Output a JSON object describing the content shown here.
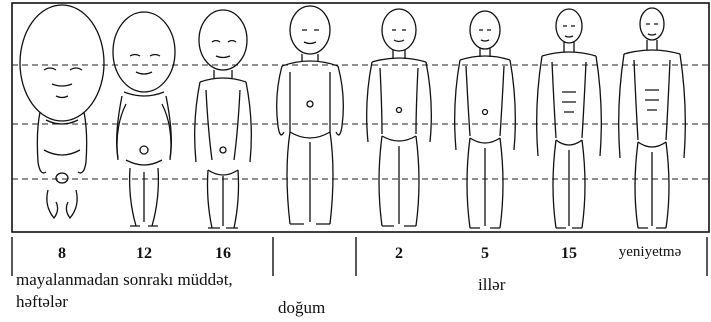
{
  "stages": [
    {
      "id": "stage-8-weeks",
      "label": "8"
    },
    {
      "id": "stage-12-weeks",
      "label": "12"
    },
    {
      "id": "stage-16-weeks",
      "label": "16"
    },
    {
      "id": "stage-birth",
      "label": ""
    },
    {
      "id": "stage-2-years",
      "label": "2"
    },
    {
      "id": "stage-5-years",
      "label": "5"
    },
    {
      "id": "stage-15-years",
      "label": "15"
    },
    {
      "id": "stage-adolescent",
      "label": "yeniyetmə"
    }
  ],
  "captions": {
    "prenatal_line1": "mayalanmadan sonrakı müddət,",
    "prenatal_line2": "həftələr",
    "birth": "doğum",
    "years": "illər"
  }
}
